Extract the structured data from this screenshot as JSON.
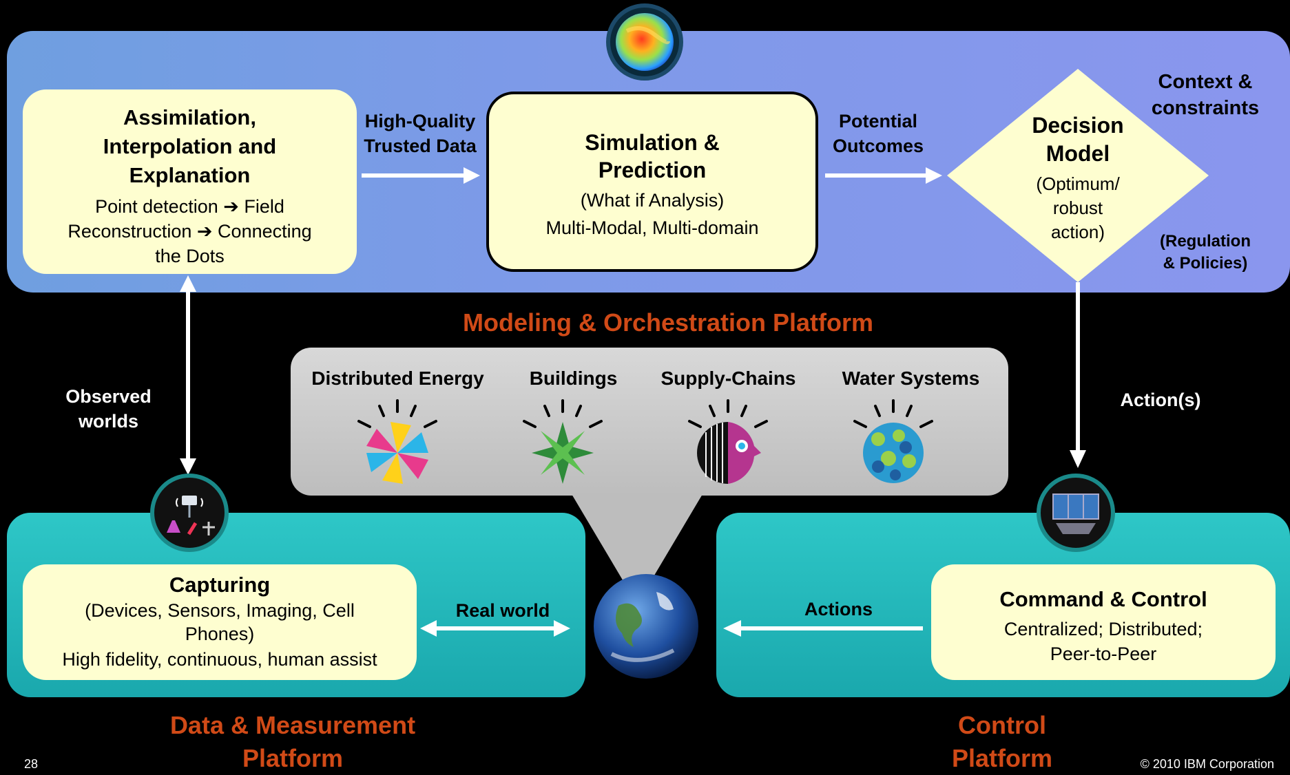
{
  "modeling": {
    "assimilation": {
      "title": [
        "Assimilation,",
        "Interpolation and",
        "Explanation"
      ],
      "body": [
        "Point detection ➔ Field",
        "Reconstruction ➔ Connecting",
        "the Dots"
      ]
    },
    "hq_data_label": [
      "High-Quality",
      "Trusted Data"
    ],
    "simulation": {
      "title": [
        "Simulation &",
        "Prediction"
      ],
      "sub1": "(What if Analysis)",
      "sub2": "Multi-Modal, Multi-domain"
    },
    "outcomes_label": [
      "Potential",
      "Outcomes"
    ],
    "decision": {
      "title": [
        "Decision",
        "Model"
      ],
      "body": [
        "(Optimum/",
        "robust",
        "action)"
      ]
    },
    "context_label": [
      "Context &",
      "constraints"
    ],
    "regulation_label": [
      "(Regulation",
      "& Policies)"
    ],
    "platform_name": "Modeling & Orchestration Platform"
  },
  "observed_label": [
    "Observed",
    "worlds"
  ],
  "actions_label": "Action(s)",
  "domains": [
    {
      "label": "Distributed Energy",
      "icon": "pinwheel-icon"
    },
    {
      "label": "Buildings",
      "icon": "leaf-star-icon"
    },
    {
      "label": "Supply-Chains",
      "icon": "barcode-face-icon"
    },
    {
      "label": "Water Systems",
      "icon": "droplets-icon"
    }
  ],
  "data_platform": {
    "capturing_title": "Capturing",
    "capturing_body": [
      "(Devices, Sensors, Imaging, Cell",
      "Phones)"
    ],
    "capturing_footer": "High fidelity, continuous, human assist",
    "real_world_label": "Real world",
    "name": [
      "Data & Measurement",
      "Platform"
    ]
  },
  "control_platform": {
    "actions_label": "Actions",
    "command_title": "Command & Control",
    "command_body": [
      "Centralized; Distributed;",
      "Peer-to-Peer"
    ],
    "name": [
      "Control",
      "Platform"
    ]
  },
  "footer": {
    "page_number": "28",
    "copyright": "© 2010 IBM Corporation"
  },
  "colors": {
    "top_platform": "#7d9ae8",
    "teal_platform": "#22b8bb",
    "box_fill": "#fefed0",
    "platform_label": "#d04a17"
  }
}
